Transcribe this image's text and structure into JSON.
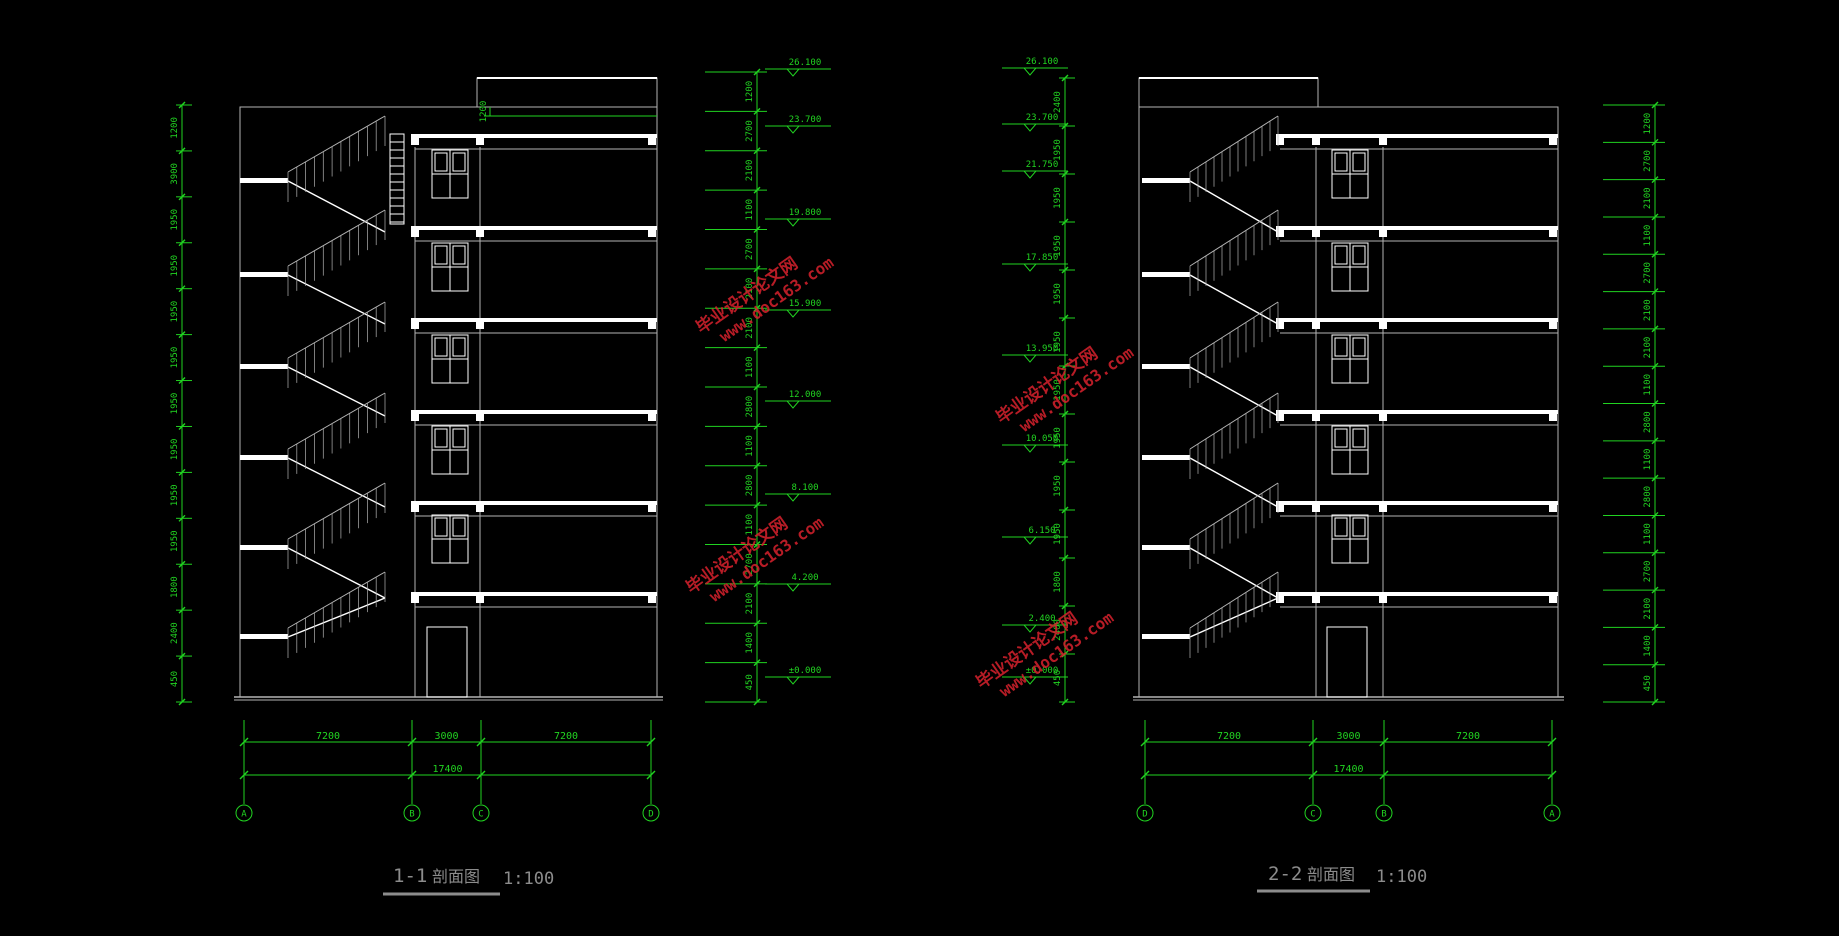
{
  "colors": {
    "background": "#000000",
    "wall": "#ffffff",
    "frame": "#b4b4b4",
    "dim": "#21d321",
    "dim_text": "#21d321",
    "title": "#8c8c8c",
    "watermark": "#d8222d"
  },
  "sections": [
    {
      "id": "s1",
      "stairs_side": "left",
      "axis_labels": [
        "A",
        "B",
        "C",
        "D"
      ],
      "spans": [
        "7200",
        "3000",
        "7200"
      ],
      "total": "17400",
      "left_dims": [
        "1200",
        "3900",
        "1950",
        "1950",
        "1950",
        "1950",
        "1950",
        "1950",
        "1950",
        "1950",
        "1800",
        "2400",
        "450"
      ],
      "right_dims": [
        "1200",
        "2700",
        "2100",
        "1100",
        "2700",
        "2100",
        "2100",
        "1100",
        "2800",
        "1100",
        "2800",
        "1100",
        "2700",
        "2100",
        "1400",
        "450"
      ],
      "levels": [
        "26.100",
        "23.700",
        "19.800",
        "15.900",
        "12.000",
        "8.100",
        "4.200",
        "±0.000"
      ],
      "roof_dim": "1200",
      "title_num": "1-1",
      "title_text": "剖面图",
      "scale": "1:100"
    },
    {
      "id": "s2",
      "stairs_side": "right",
      "axis_labels": [
        "D",
        "C",
        "B",
        "A"
      ],
      "spans": [
        "7200",
        "3000",
        "7200"
      ],
      "total": "17400",
      "left_dims": [
        "2400",
        "1950",
        "1950",
        "1950",
        "1950",
        "1950",
        "1950",
        "1950",
        "1950",
        "1950",
        "1800",
        "2400",
        "450"
      ],
      "right_dims": [
        "1200",
        "2700",
        "2100",
        "1100",
        "2700",
        "2100",
        "2100",
        "1100",
        "2800",
        "1100",
        "2800",
        "1100",
        "2700",
        "2100",
        "1400",
        "450"
      ],
      "levels": [
        "26.100",
        "23.700",
        "21.750",
        "17.850",
        "13.950",
        "10.050",
        "6.150",
        "2.400",
        "±0.000"
      ],
      "title_num": "2-2",
      "title_text": "剖面图",
      "scale": "1:100"
    }
  ],
  "watermarks": {
    "lines": [
      "毕业设计论文网",
      "www.doc163.com"
    ]
  }
}
